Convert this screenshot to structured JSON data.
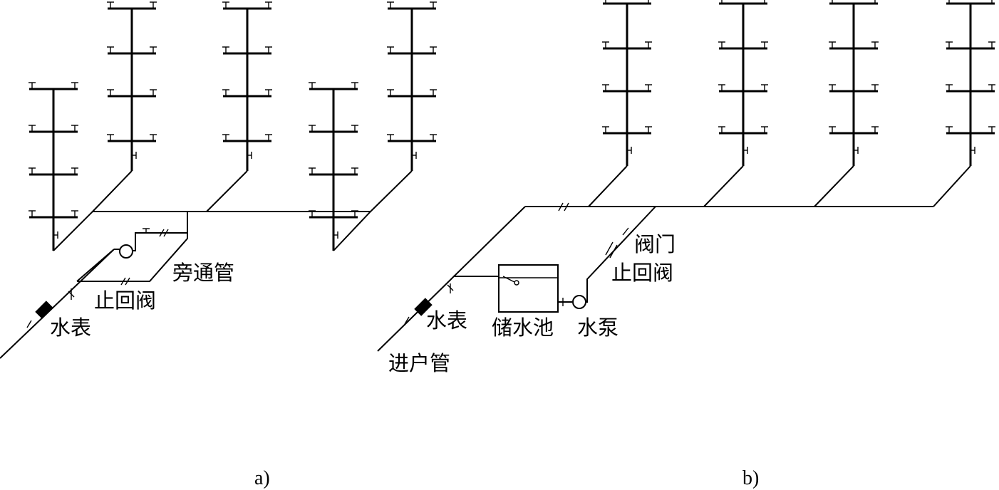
{
  "diagram_a": {
    "caption": "a)",
    "labels": {
      "meter": "水表",
      "check_valve": "止回阀",
      "bypass": "旁通管"
    }
  },
  "diagram_b": {
    "caption": "b)",
    "labels": {
      "meter": "水表",
      "tank": "储水池",
      "pump": "水泵",
      "valve": "阀门",
      "check_valve": "止回阀",
      "inlet": "进户管"
    }
  }
}
